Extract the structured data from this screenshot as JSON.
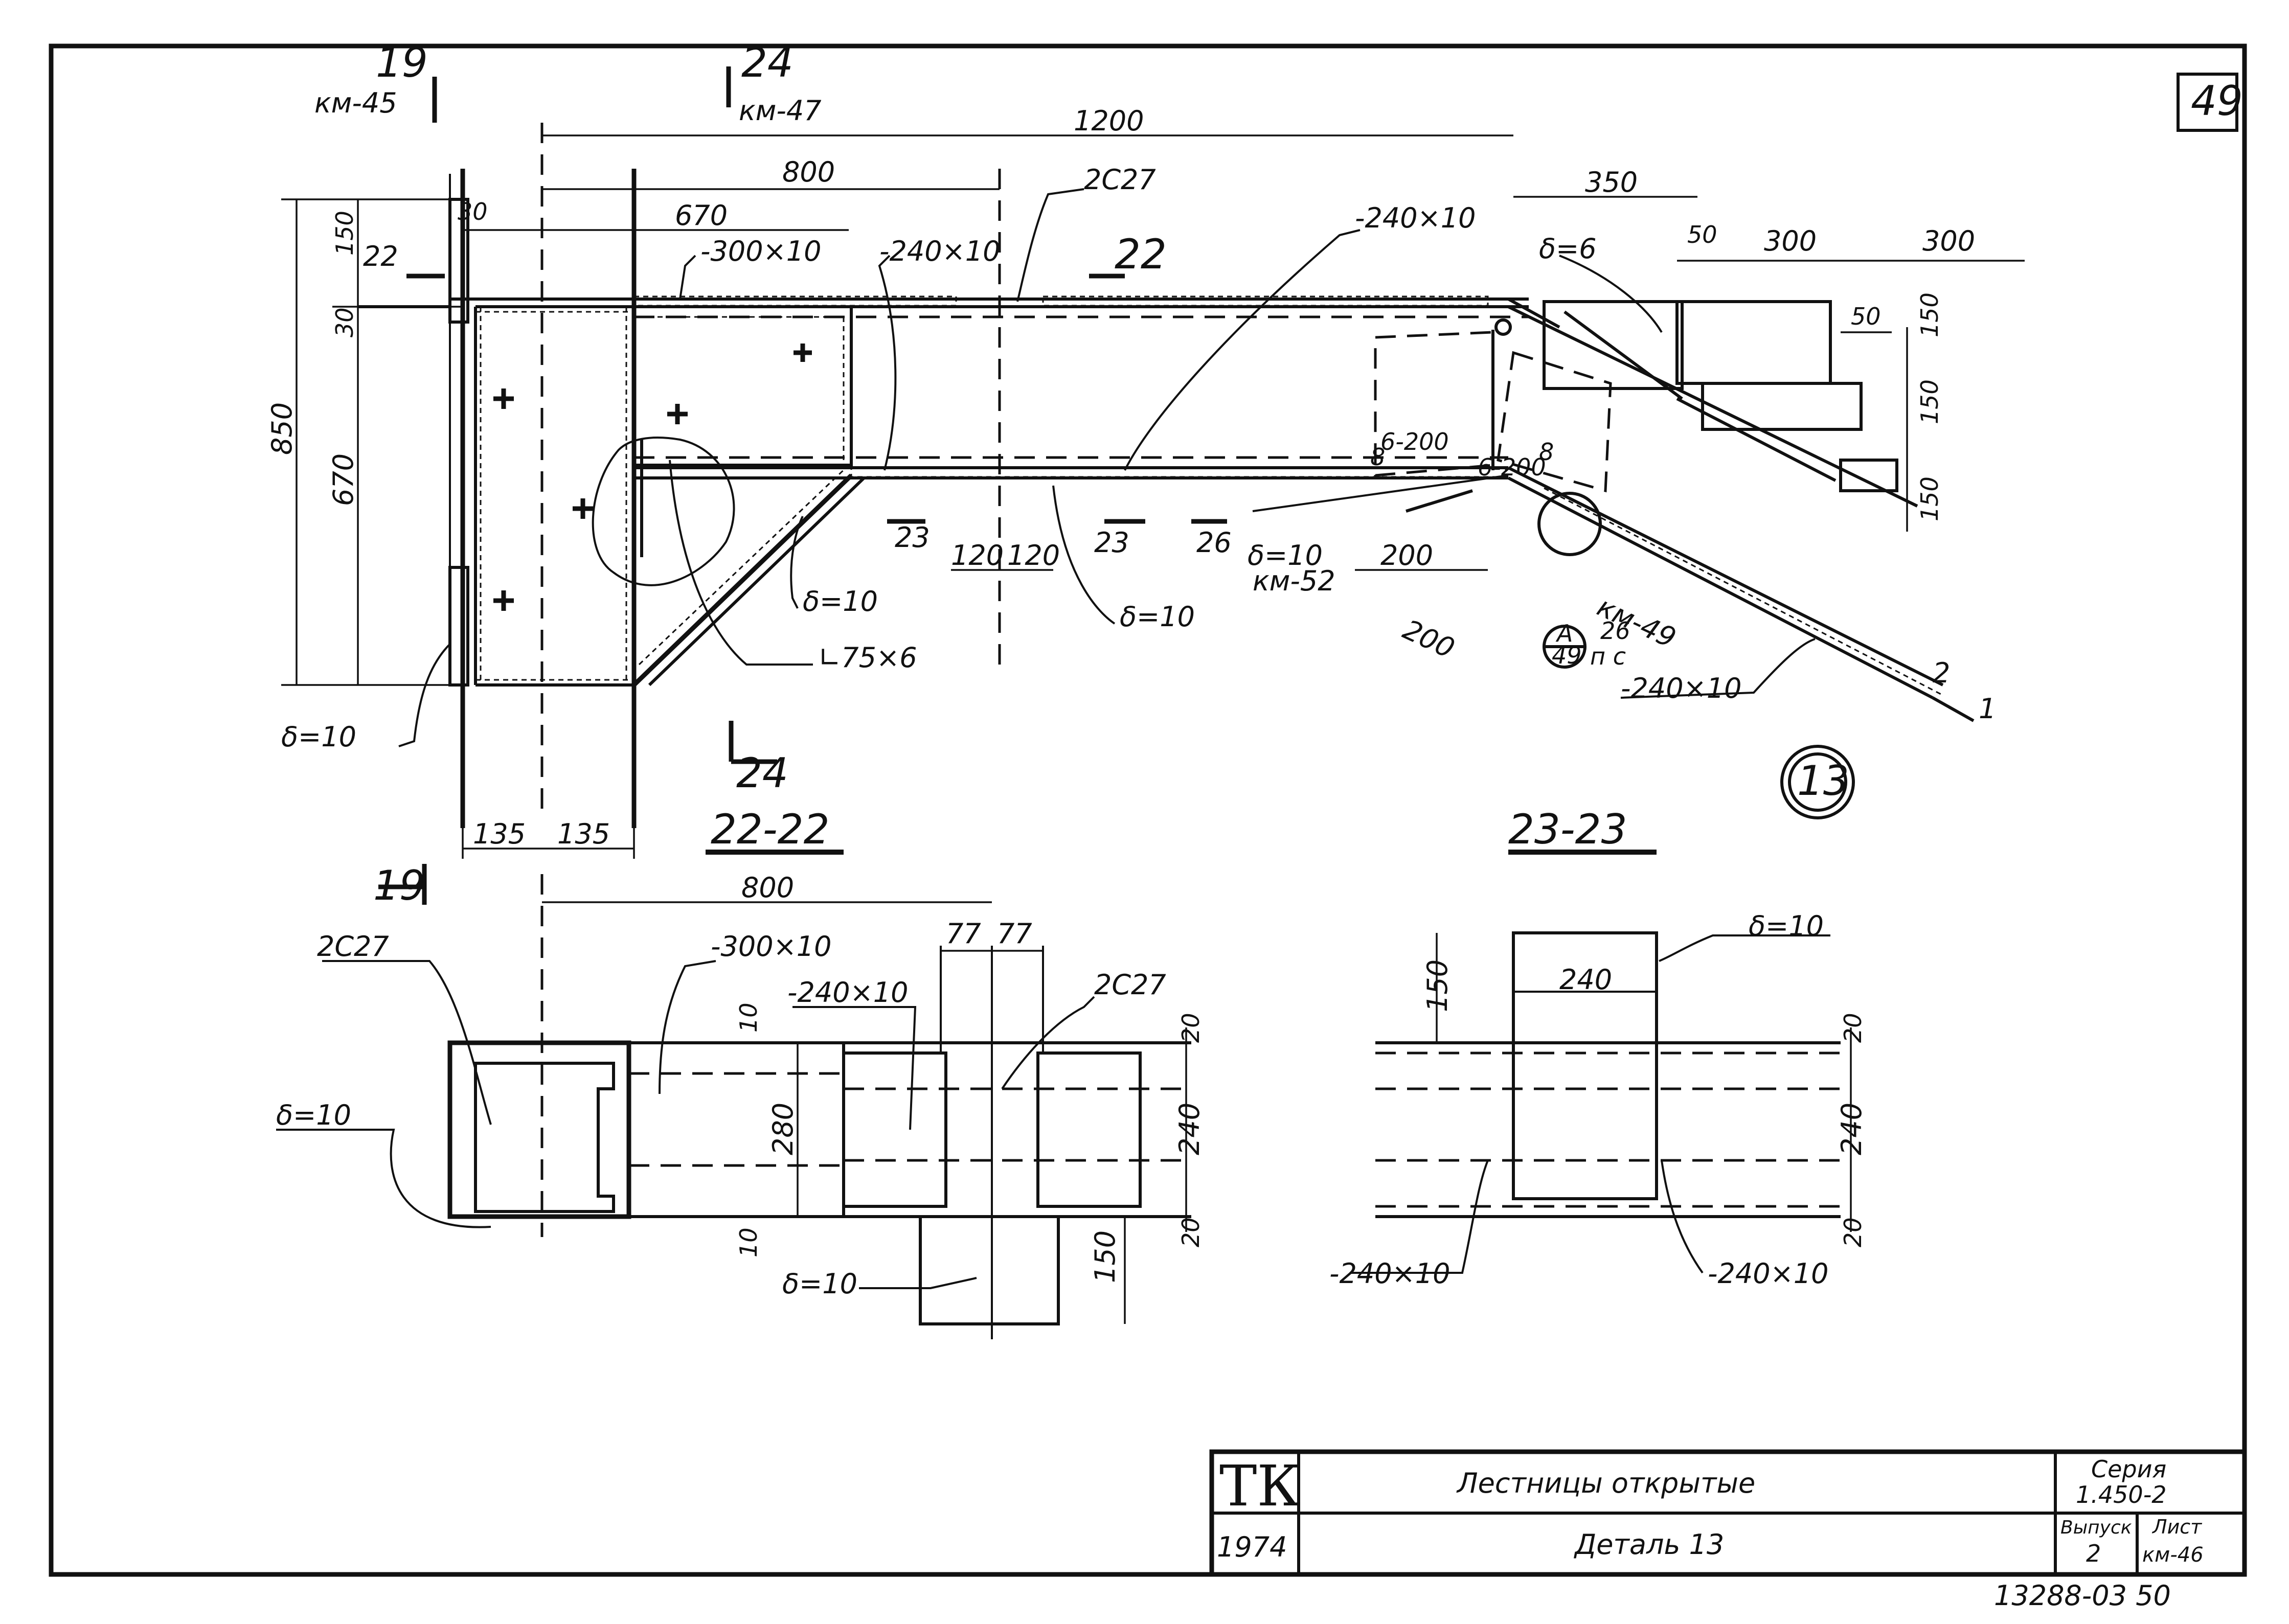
{
  "sheet_number": "49",
  "refs": {
    "ref_19": "19",
    "ref_km45": "км-45",
    "ref_24": "24",
    "ref_km47": "км-47",
    "ref_19b": "19"
  },
  "dims": {
    "d1200": "1200",
    "d800": "800",
    "d670": "670",
    "d30": "30",
    "d350": "350",
    "d50": "50",
    "d300a": "300",
    "d300b": "300",
    "d50b": "50",
    "d150a": "150",
    "d150b": "150",
    "d150c": "150",
    "d850": "850",
    "d670v": "670",
    "d150v": "150",
    "d30v": "30",
    "d120a": "120",
    "d120b": "120",
    "d200a": "200",
    "d200b": "200",
    "d135a": "135",
    "d135b": "135",
    "s_800": "800",
    "s_77a": "77",
    "s_77b": "77",
    "s_280": "280",
    "s_240": "240",
    "s_20a": "20",
    "s_20b": "20",
    "s_10a": "10",
    "s_10b": "10",
    "s_150": "150",
    "t_150": "150",
    "t_240": "240",
    "t_240v": "240",
    "t_20a": "20",
    "t_20b": "20"
  },
  "labels": {
    "c2c27": "2С27",
    "plate300": "-300×10",
    "plate240a": "-240×10",
    "plate240b": "-240×10",
    "plate240c": "-240×10",
    "delta6": "δ=6",
    "delta10a": "δ=10",
    "delta10b": "δ=10",
    "delta10c": "δ=10",
    "delta10d": "δ=10",
    "angle": "∟75×6",
    "w6200a": "6-200",
    "w6200b": "6-200",
    "w8a": "8",
    "w8b": "8",
    "cut22": "22",
    "cut22b": "22",
    "cut23": "23",
    "cut23b": "23",
    "cut26": "26",
    "cut24": "24",
    "km52": "км-52",
    "km49": "км-49",
    "n26": "26",
    "callout_top": "А",
    "callout_bot": "49",
    "callout_pc": "п с",
    "n2": "2",
    "n1": "1",
    "detail_num": "13"
  },
  "section_22": {
    "title": "22-22",
    "c2c27_left": "2С27",
    "c2c27_right": "2С27",
    "plate300": "-300×10",
    "plate240": "-240×10",
    "delta_left": "δ=10",
    "delta_bottom": "δ=10"
  },
  "section_23": {
    "title": "23-23",
    "delta": "δ=10",
    "plate_left": "-240×10",
    "plate_right": "-240×10"
  },
  "title_block": {
    "org": "ТК",
    "year": "1974",
    "title": "Лестницы открытые",
    "subtitle": "Деталь 13",
    "series_label": "Серия",
    "series_value": "1.450-2",
    "issue_label": "Выпуск",
    "issue_value": "2",
    "sheet_label": "Лист",
    "sheet_value": "км-46"
  },
  "archive_number": "13288-03  50"
}
